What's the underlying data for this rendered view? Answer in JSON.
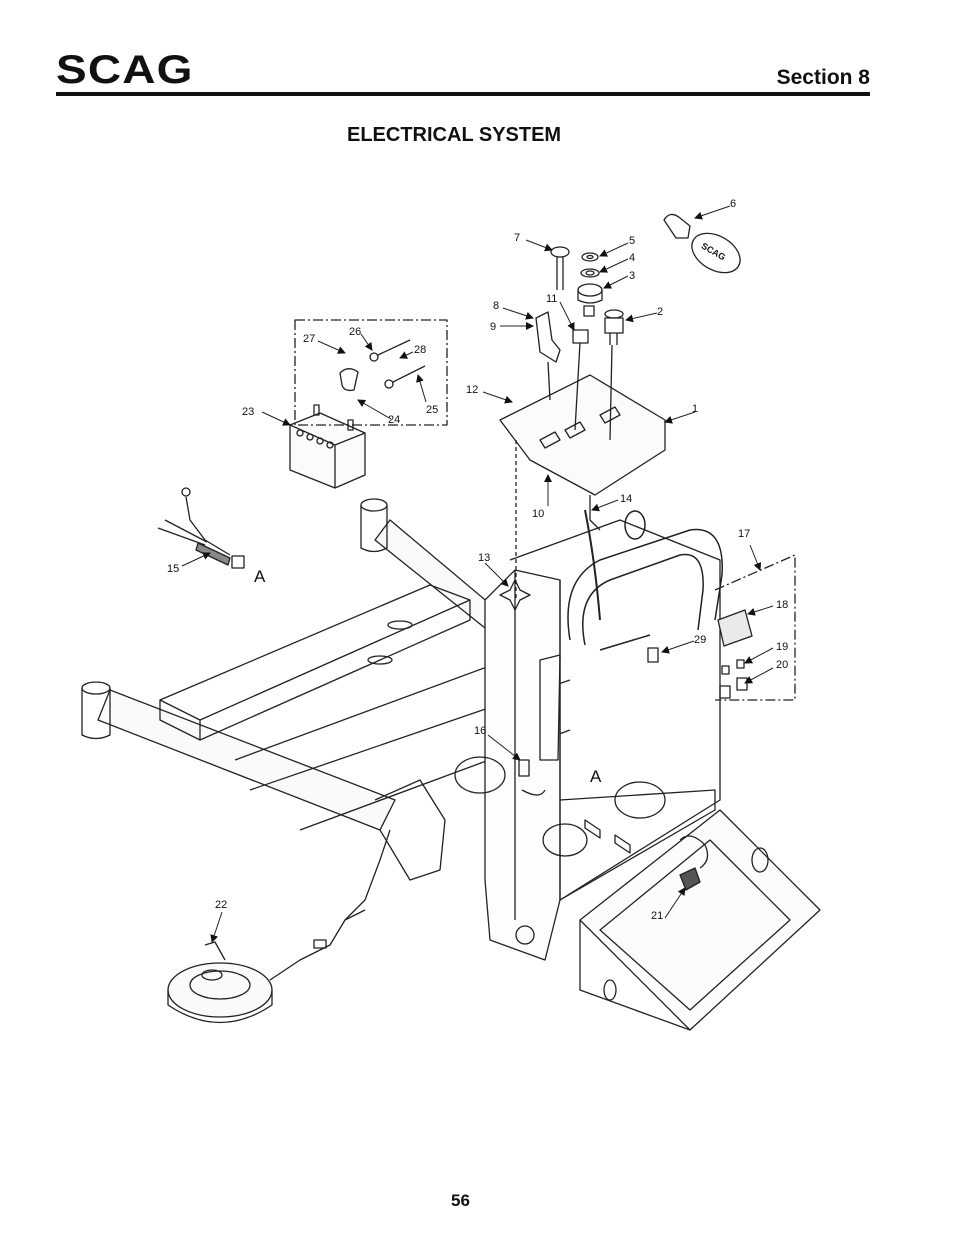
{
  "header": {
    "logo_text": "SCAG",
    "section_label": "Section 8"
  },
  "page_title": "ELECTRICAL SYSTEM",
  "page_number": "56",
  "key_fob_text": "SCAG",
  "callouts": [
    "1",
    "2",
    "3",
    "4",
    "5",
    "6",
    "7",
    "8",
    "9",
    "10",
    "11",
    "12",
    "13",
    "14",
    "15",
    "16",
    "17",
    "18",
    "19",
    "20",
    "21",
    "22",
    "23",
    "24",
    "25",
    "26",
    "27",
    "28",
    "29"
  ],
  "connector_letters": [
    "A",
    "A"
  ]
}
